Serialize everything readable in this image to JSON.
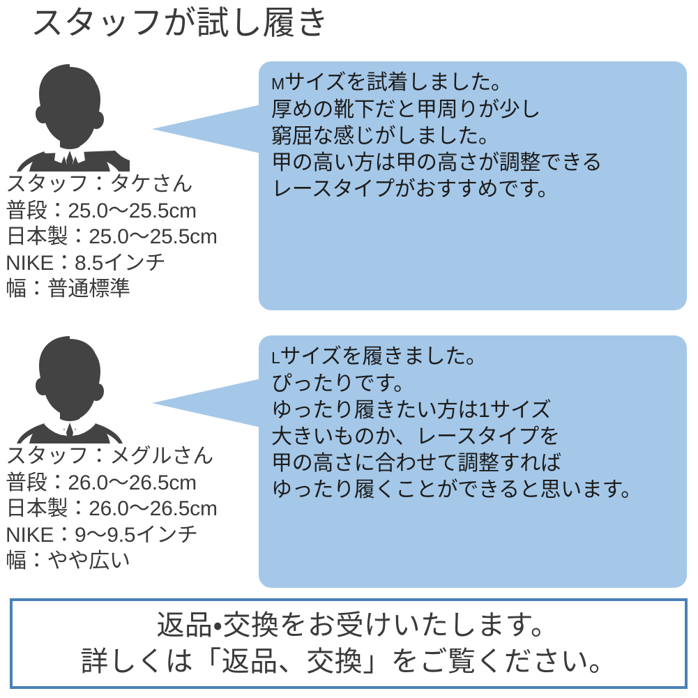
{
  "page": {
    "title": "スタッフが試し履き",
    "background_color": "#ffffff",
    "text_color": "#3a3a3a"
  },
  "colors": {
    "bubble_fill": "#a5c8e8",
    "notice_border": "#4a80b8",
    "avatar_silhouette": "#434343",
    "body_text": "#3a3a3a",
    "bubble_text": "#1c1c1c"
  },
  "staff": [
    {
      "avatar_icon": "person-silhouette-icon",
      "info": {
        "name_line": "スタッフ：タケさん",
        "usual_size_line": "普段：25.0〜25.5cm",
        "japan_made_line": "日本製：25.0〜25.5cm",
        "nike_line": "NIKE：8.5インチ",
        "width_line": "幅：普通標準"
      },
      "comment": {
        "lead": "M",
        "lines": [
          "サイズを試着しました。",
          "厚めの靴下だと甲周りが少し",
          "窮屈な感じがしました。",
          "甲の高い方は甲の高さが調整できる",
          "レースタイプがおすすめです。"
        ]
      }
    },
    {
      "avatar_icon": "person-silhouette-icon",
      "info": {
        "name_line": "スタッフ：メグルさん",
        "usual_size_line": "普段：26.0〜26.5cm",
        "japan_made_line": "日本製：26.0〜26.5cm",
        "nike_line": "NIKE：9〜9.5インチ",
        "width_line": "幅：やや広い"
      },
      "comment": {
        "lead": "L",
        "lines": [
          "サイズを履きました。",
          "ぴったりです。",
          "ゆったり履きたい方は1サイズ",
          "大きいものか、レースタイプを",
          "甲の高さに合わせて調整すれば",
          "ゆったり履くことができると思います。"
        ]
      }
    }
  ],
  "notice": {
    "line1": "返品・交換をお受けいたします。",
    "line2": "詳しくは「返品、交換」をご覧ください。"
  }
}
